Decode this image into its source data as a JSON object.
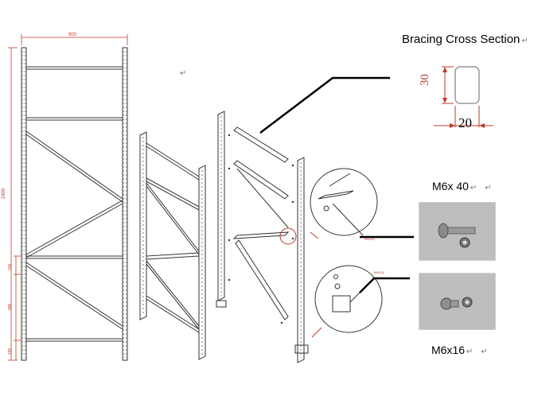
{
  "dimensions": {
    "width": "900",
    "height": "2400",
    "seg_a": "100",
    "seg_b": "986",
    "seg_c": "165"
  },
  "bracing": {
    "title": "Bracing Cross Section",
    "height_value": "30",
    "width_value": "20"
  },
  "bolts": {
    "bolt_1": "M6x 40",
    "bolt_2": "M6x16"
  },
  "paragraph_mark": "↵",
  "colors": {
    "dimension": "#c0392b",
    "line": "#222222",
    "photo": "#bdbdbd"
  }
}
